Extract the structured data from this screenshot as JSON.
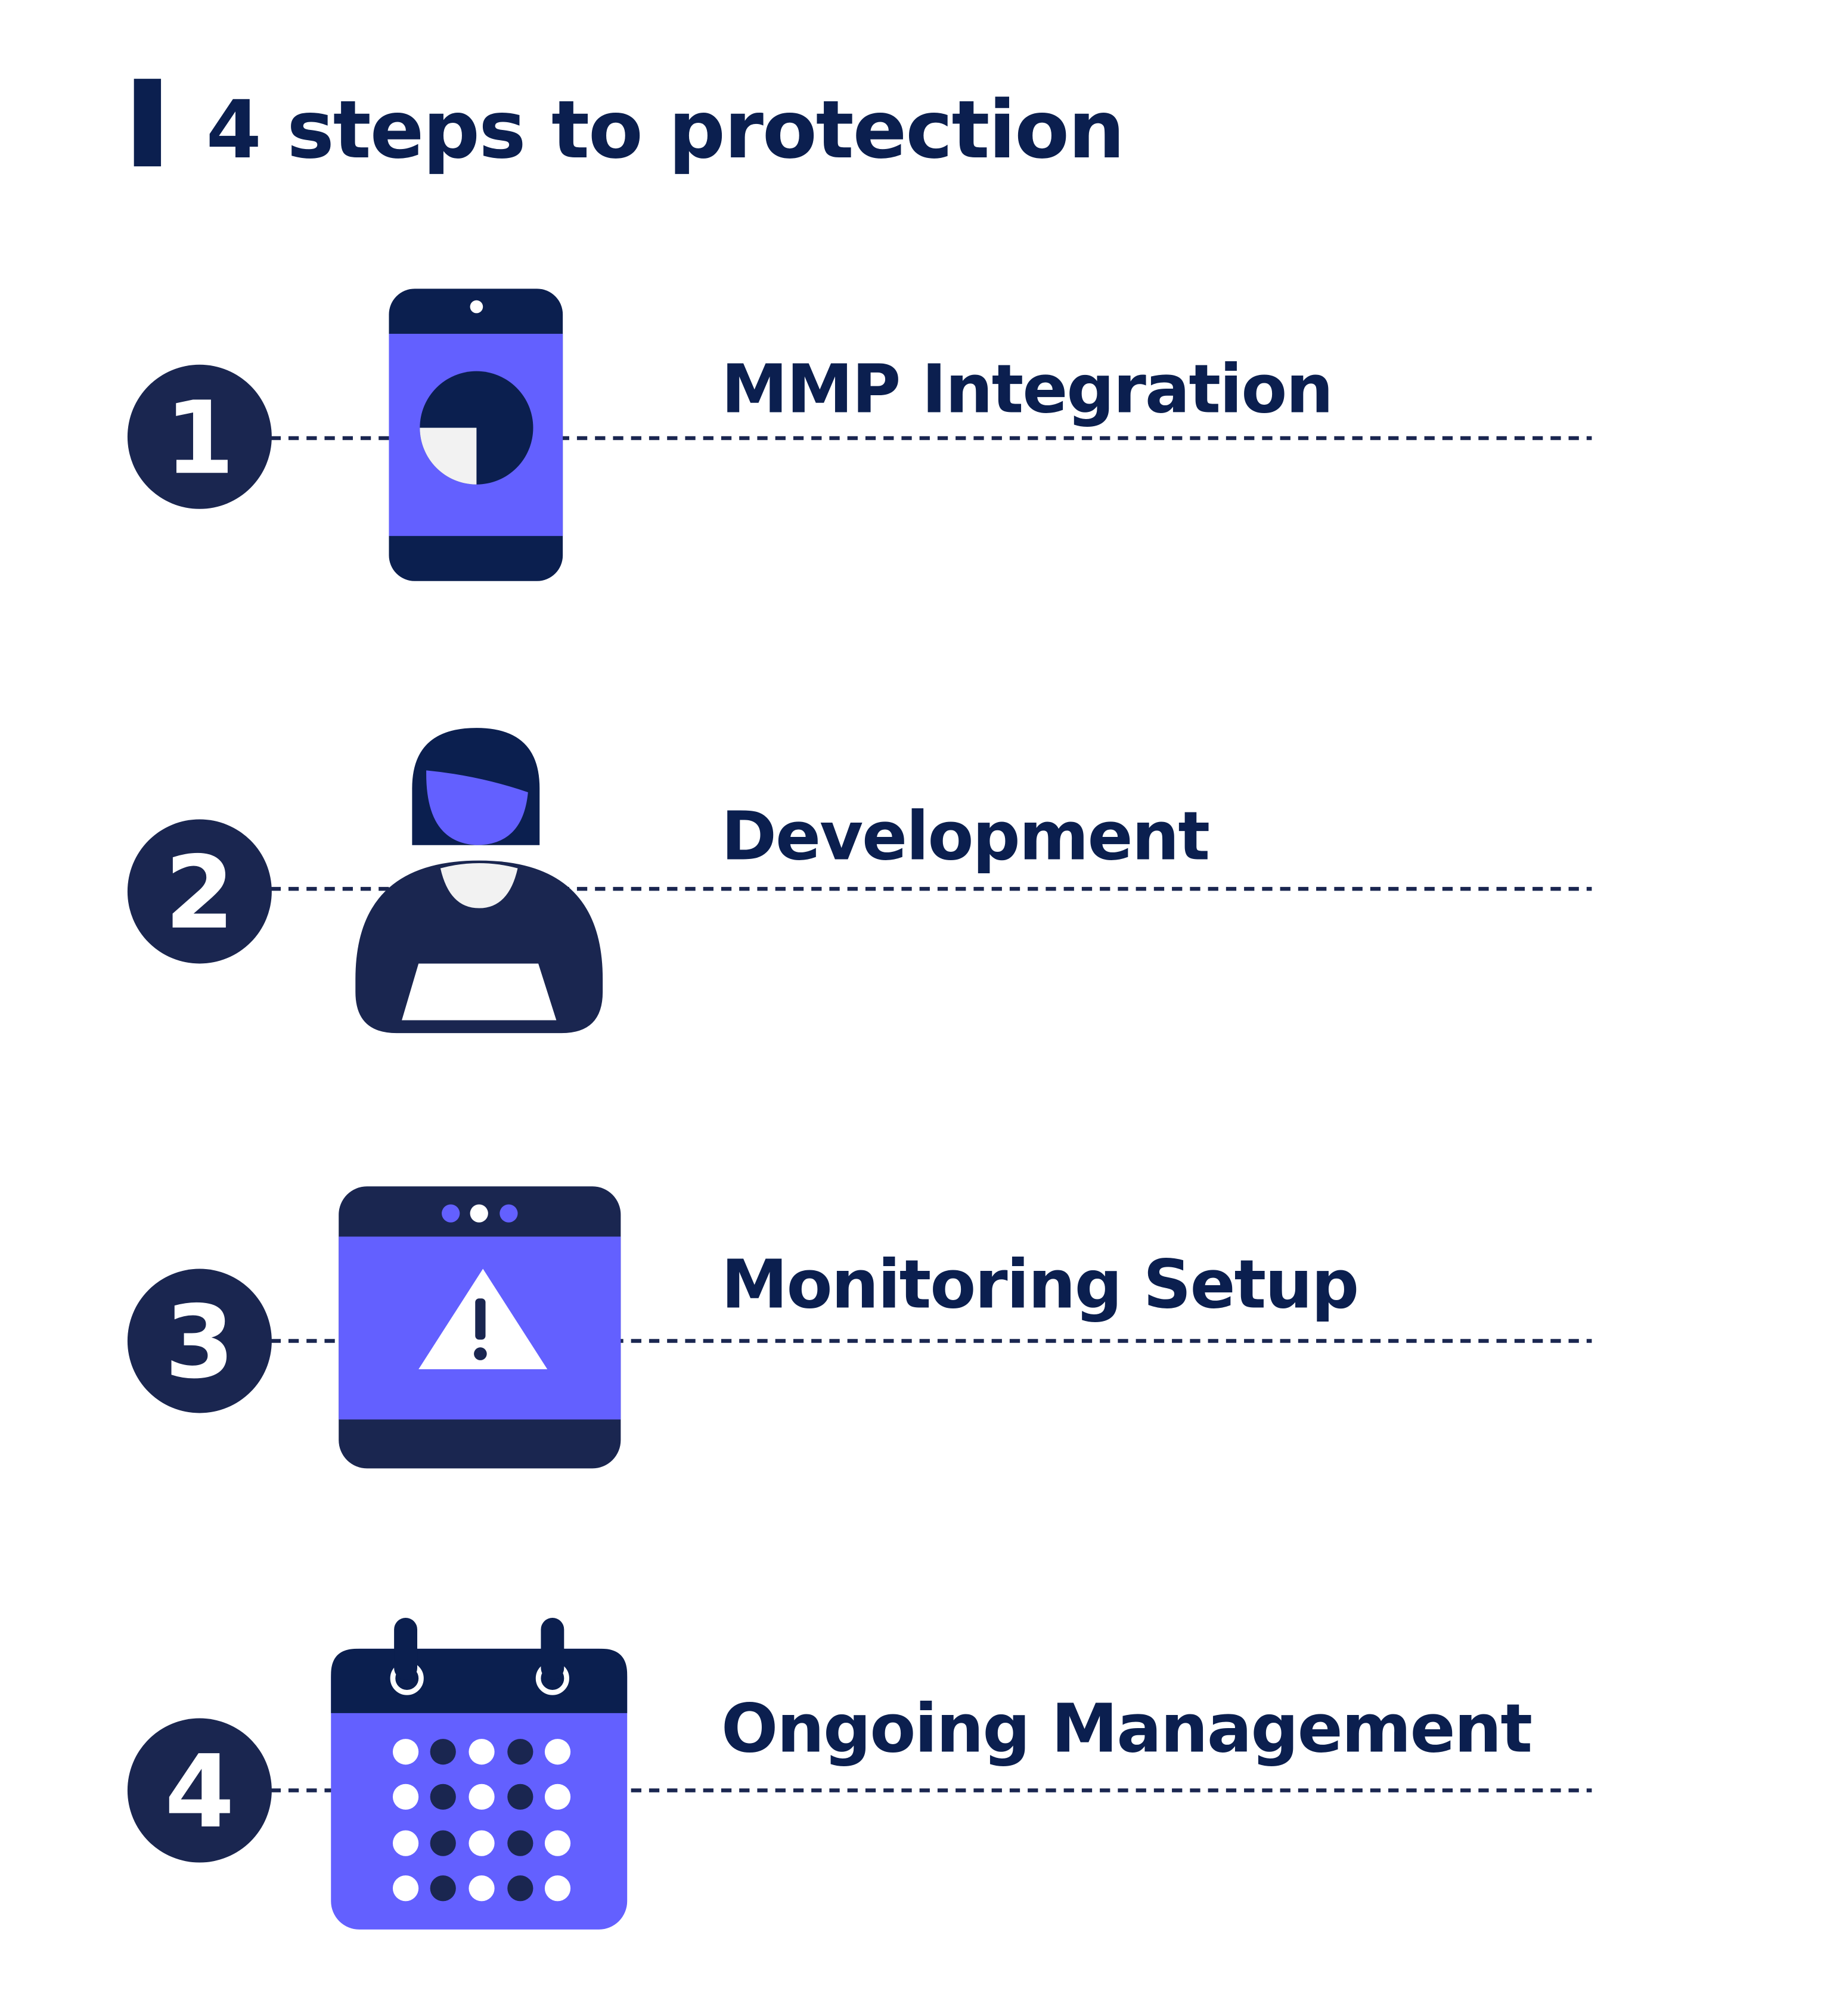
{
  "title": "4 steps to protection",
  "colors": {
    "dark": "#0b1f4f",
    "circle": "#1a2650",
    "accent": "#6360ff",
    "light": "#f2f2f2"
  },
  "steps": [
    {
      "number": "1",
      "label": "MMP Integration",
      "icon": "smartphone-pie-chart-icon"
    },
    {
      "number": "2",
      "label": "Development",
      "icon": "developer-laptop-icon"
    },
    {
      "number": "3",
      "label": "Monitoring Setup",
      "icon": "browser-warning-icon"
    },
    {
      "number": "4",
      "label": "Ongoing Management",
      "icon": "calendar-icon"
    }
  ]
}
